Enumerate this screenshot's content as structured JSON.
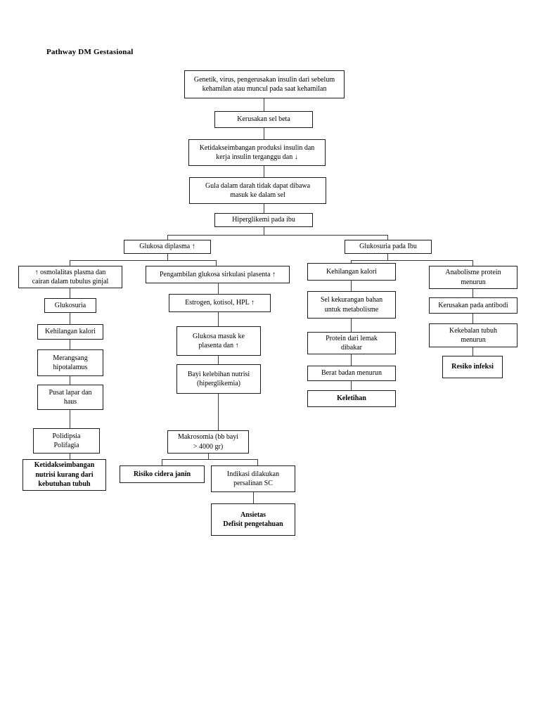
{
  "document": {
    "title": "Pathway DM Gestasional",
    "type": "flowchart-pathway",
    "orientation": "top-down",
    "stroke_color": "#1a1a1a",
    "background_color": "#ffffff"
  },
  "nodes": {
    "n01": "Genetik, virus, pengerusakan insulin dari sebelum kehamilan atau muncul pada saat kehamilan",
    "n02": "Kerusakan sel beta",
    "n03": "Ketidakseimbangan produksi insulin dan kerja insulin terganggu dan ↓",
    "n04": "Gula dalam darah tidak dapat dibawa masuk ke dalam sel",
    "n05": "Hiperglikemi pada ibu",
    "n06": "Glukosa diplasma ↑",
    "n07": "Glukosuria pada Ibu",
    "n08": "↑ osmolalitas plasma dan cairan dalam tubulus ginjal",
    "n09": "Pengambilan glukosa sirkulasi plasenta ↑",
    "n10": "Kehilangan kalori",
    "n11": "Anabolisme protein menurun",
    "n12": "Glukosuria",
    "n13": "Estrogen, kotisol, HPL ↑",
    "n14": "Sel kekurangan bahan untuk metabolisme",
    "n15": "Kerusakan pada antibodi",
    "n16": "Kehilangan kalori",
    "n17": "Glukosa masuk ke plasenta dan ↑",
    "n18": "Protein dari lemak dibakar",
    "n19": "Kekebalan tubuh menurun",
    "n20": "Merangsang hipotalamus",
    "n21": "Bayi kelebihan nutrisi (hiperglikemia)",
    "n22": "Berat badan menurun",
    "n23": "Resiko infeksi",
    "n24": "Pusat lapar dan haus",
    "n25": "Keletihan",
    "n26": "Polidipsia Polifagia",
    "n27": "Makrosomia (bb bayi > 4000 gr)",
    "n28": "Ketidakseimbangan nutrisi kurang dari kebutuhan tubuh",
    "n29": "Risiko cidera janin",
    "n30": "Indikasi dilakukan persalinan SC",
    "n31": "Ansietas Defisit pengetahuan"
  },
  "node_lines": {
    "n01": [
      "Genetik, virus, pengerusakan insulin dari sebelum",
      "kehamilan atau muncul pada saat kehamilan"
    ],
    "n03": [
      "Ketidakseimbangan produksi insulin dan",
      "kerja insulin terganggu dan ↓"
    ],
    "n04": [
      "Gula dalam darah tidak dapat dibawa",
      "masuk ke dalam sel"
    ],
    "n08": [
      "↑ osmolalitas plasma dan",
      "cairan dalam tubulus ginjal"
    ],
    "n11": [
      "Anabolisme protein",
      "menurun"
    ],
    "n14": [
      "Sel kekurangan bahan",
      "untuk metabolisme"
    ],
    "n17": [
      "Glukosa masuk ke",
      "plasenta dan ↑"
    ],
    "n18": [
      "Protein dari lemak",
      "dibakar"
    ],
    "n19": [
      "Kekebalan tubuh",
      "menurun"
    ],
    "n20": [
      "Merangsang",
      "hipotalamus"
    ],
    "n21": [
      "Bayi kelebihan nutrisi",
      "(hiperglikemia)"
    ],
    "n24": [
      "Pusat lapar dan",
      "haus"
    ],
    "n26": [
      "Polidipsia",
      "Polifagia"
    ],
    "n27": [
      "Makrosomia (bb bayi",
      "> 4000 gr)"
    ],
    "n28": [
      "Ketidakseimbangan",
      "nutrisi kurang dari",
      "kebutuhan tubuh"
    ],
    "n30": [
      "Indikasi dilakukan",
      "persalinan SC"
    ],
    "n31": [
      "Ansietas",
      "Defisit pengetahuan"
    ]
  },
  "bold_nodes": [
    "n23",
    "n25",
    "n28",
    "n29",
    "n31"
  ],
  "diagnosis_labels": [
    "Resiko infeksi",
    "Keletihan",
    "Ketidakseimbangan nutrisi kurang dari kebutuhan tubuh",
    "Risiko cidera janin",
    "Ansietas Defisit pengetahuan"
  ]
}
